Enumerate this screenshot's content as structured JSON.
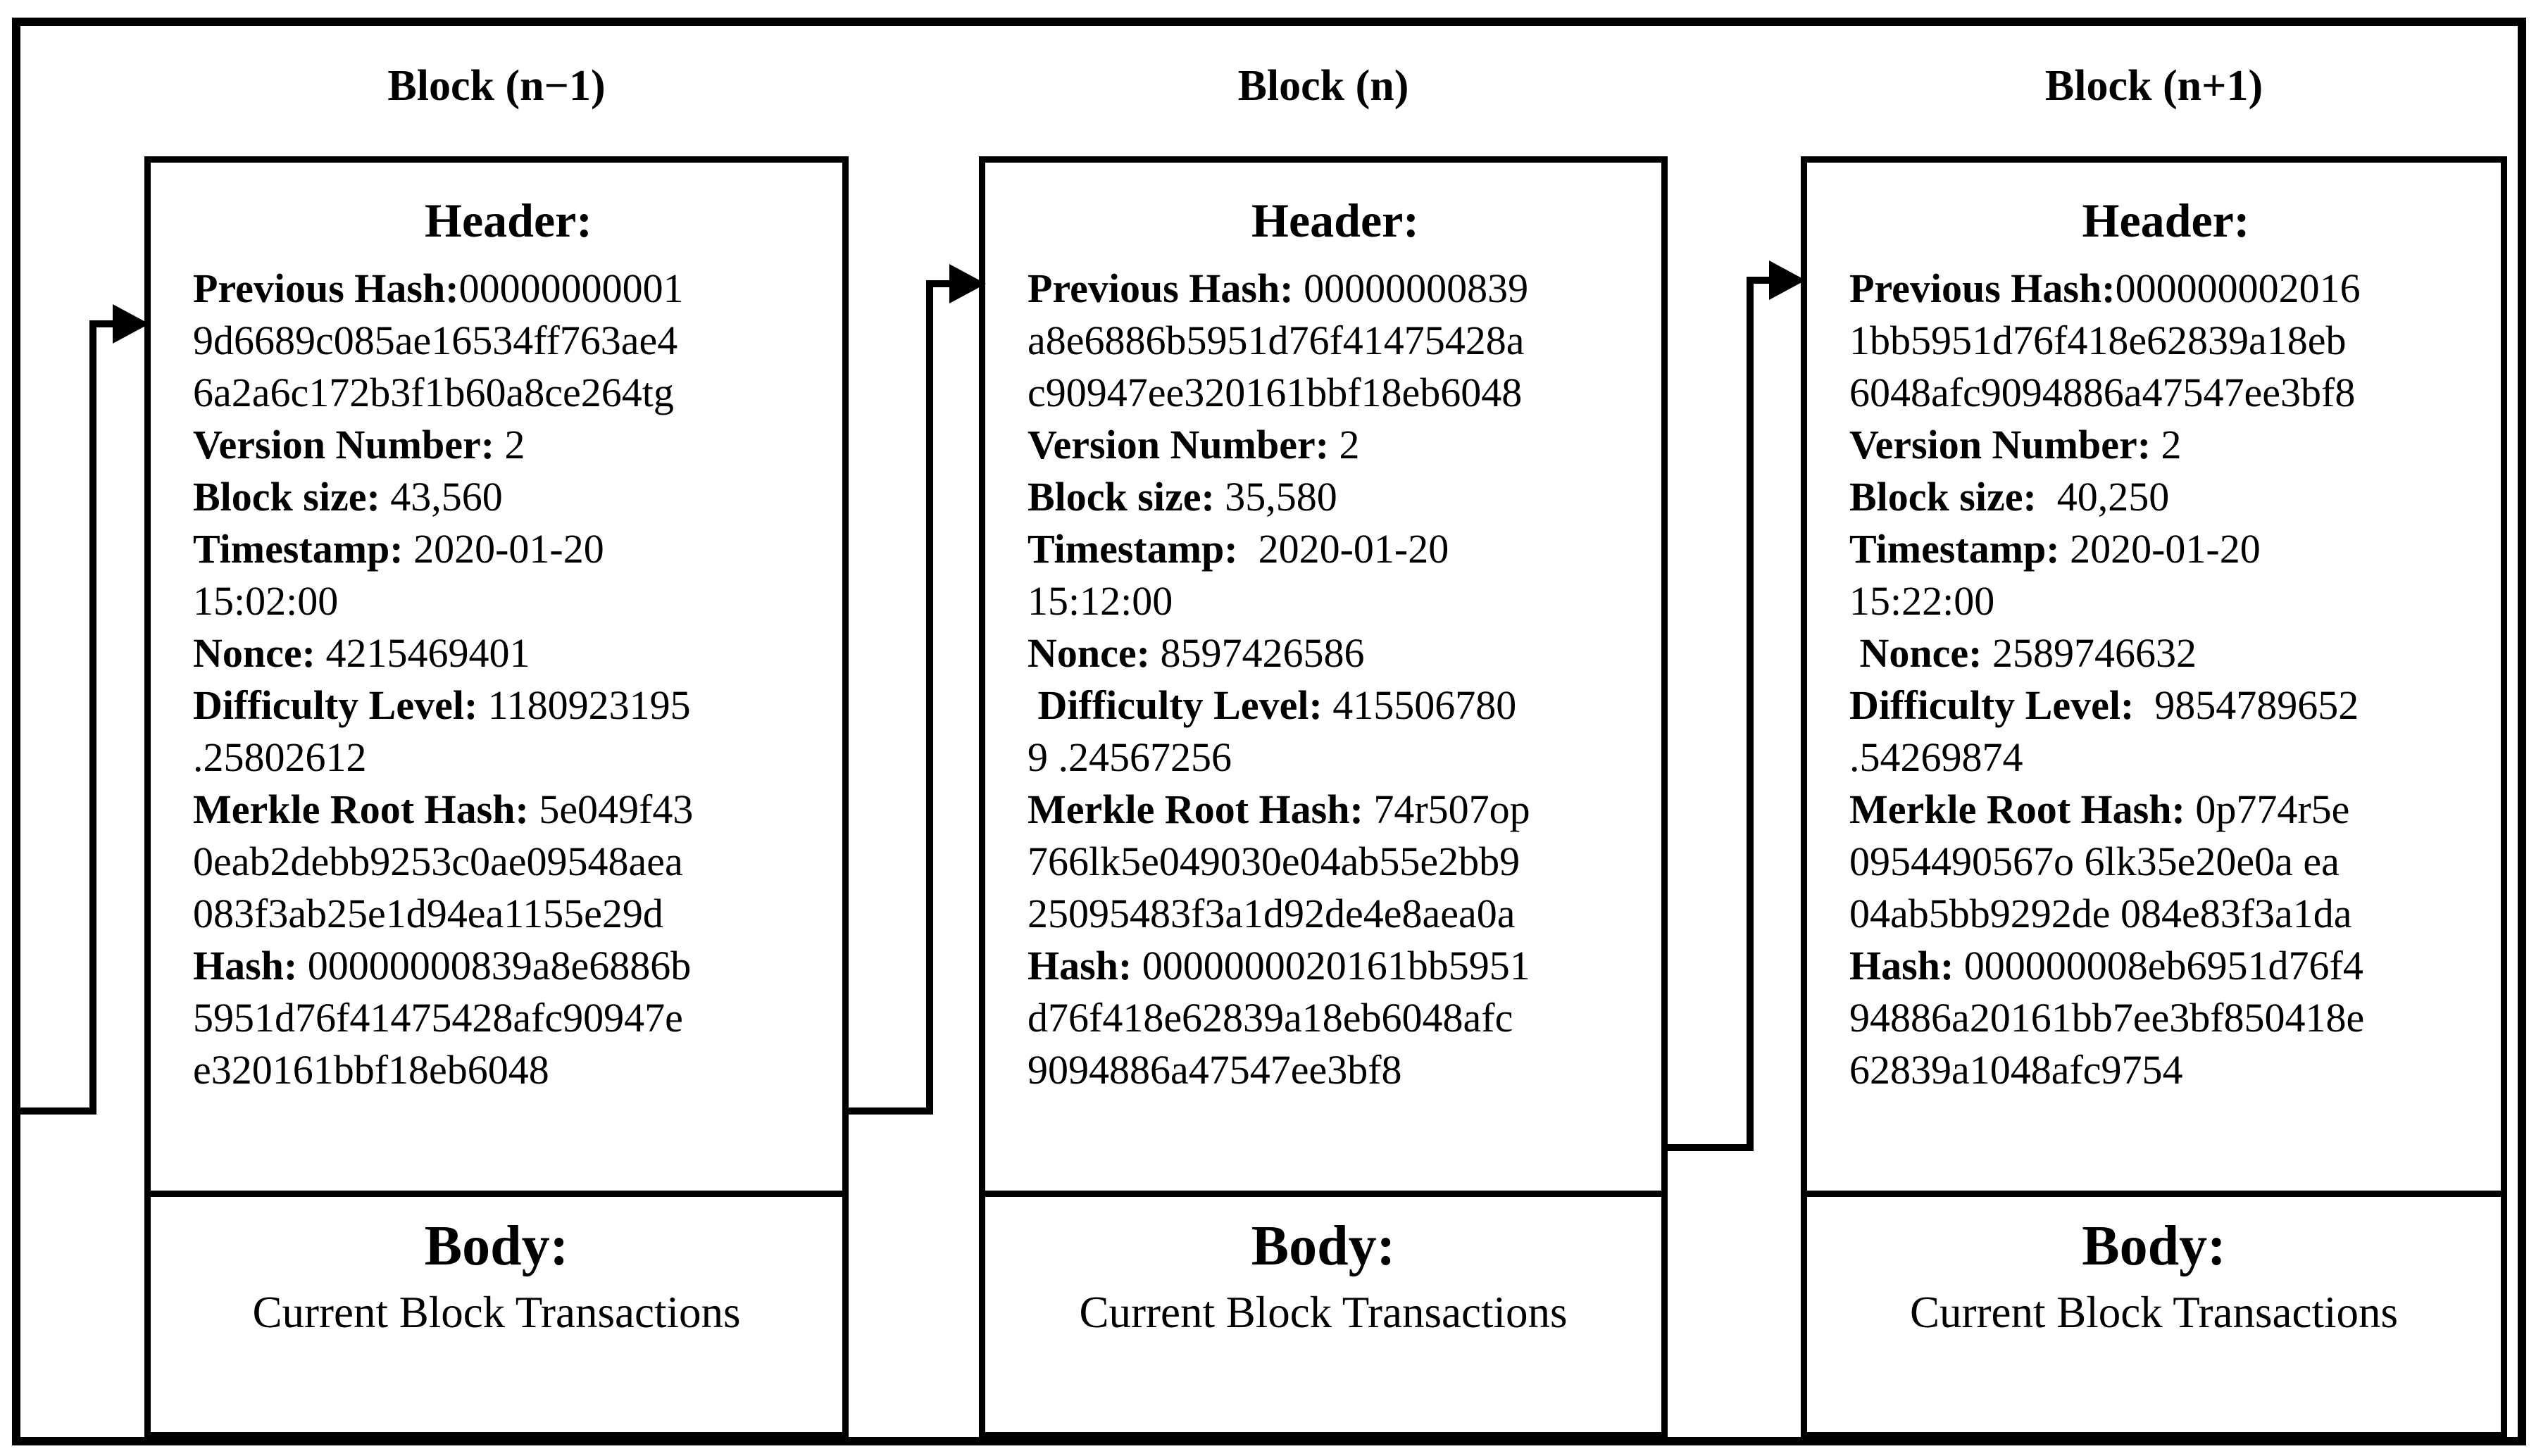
{
  "figure": {
    "colors": {
      "ink": "#000000",
      "paper": "#ffffff"
    },
    "body_separator_note": "each block has a header box and a body box",
    "blocks": [
      {
        "title": "Block (n−1)",
        "header": {
          "title": "Header:",
          "lines": [
            {
              "label": "Previous Hash:",
              "value": "00000000001"
            },
            {
              "label": "",
              "value": "9d6689c085ae16534ff763ae4"
            },
            {
              "label": "",
              "value": "6a2a6c172b3f1b60a8ce264tg"
            },
            {
              "label": "Version Number:",
              "value": " 2"
            },
            {
              "label": "Block size:",
              "value": " 43,560"
            },
            {
              "label": "Timestamp:",
              "value": " 2020-01-20"
            },
            {
              "label": "",
              "value": "15:02:00"
            },
            {
              "label": "Nonce:",
              "value": " 4215469401"
            },
            {
              "label": "Difficulty Level:",
              "value": " 1180923195"
            },
            {
              "label": "",
              "value": ".25802612"
            },
            {
              "label": "Merkle Root Hash:",
              "value": " 5e049f43"
            },
            {
              "label": "",
              "value": "0eab2debb9253c0ae09548aea"
            },
            {
              "label": "",
              "value": "083f3ab25e1d94ea1155e29d"
            },
            {
              "label": "Hash:",
              "value": " 00000000839a8e6886b"
            },
            {
              "label": "",
              "value": "5951d76f41475428afc90947e"
            },
            {
              "label": "",
              "value": "e320161bbf18eb6048"
            }
          ]
        },
        "body": {
          "title": "Body:",
          "text": "Current Block Transactions"
        }
      },
      {
        "title": "Block (n)",
        "header": {
          "title": "Header:",
          "lines": [
            {
              "label": "Previous Hash:",
              "value": " 00000000839"
            },
            {
              "label": "",
              "value": "a8e6886b5951d76f41475428a"
            },
            {
              "label": "",
              "value": "c90947ee320161bbf18eb6048"
            },
            {
              "label": "Version Number:",
              "value": " 2"
            },
            {
              "label": "Block size:",
              "value": " 35,580"
            },
            {
              "label": "Timestamp:",
              "value": "  2020-01-20"
            },
            {
              "label": "",
              "value": "15:12:00"
            },
            {
              "label": "Nonce:",
              "value": " 8597426586"
            },
            {
              "label": " Difficulty Level:",
              "value": " 415506780"
            },
            {
              "label": "",
              "value": "9 .24567256"
            },
            {
              "label": "Merkle Root Hash:",
              "value": " 74r507op"
            },
            {
              "label": "",
              "value": "766lk5e049030e04ab55e2bb9"
            },
            {
              "label": "",
              "value": "25095483f3a1d92de4e8aea0a"
            },
            {
              "label": "Hash:",
              "value": " 0000000020161bb5951"
            },
            {
              "label": "",
              "value": "d76f418e62839a18eb6048afc"
            },
            {
              "label": "",
              "value": "9094886a47547ee3bf8"
            }
          ]
        },
        "body": {
          "title": "Body:",
          "text": "Current Block Transactions"
        }
      },
      {
        "title": "Block (n+1)",
        "header": {
          "title": "Header:",
          "lines": [
            {
              "label": "Previous Hash:",
              "value": "000000002016"
            },
            {
              "label": "",
              "value": "1bb5951d76f418e62839a18eb"
            },
            {
              "label": "",
              "value": "6048afc9094886a47547ee3bf8"
            },
            {
              "label": "Version Number:",
              "value": " 2"
            },
            {
              "label": "Block size:",
              "value": "  40,250"
            },
            {
              "label": "Timestamp:",
              "value": " 2020-01-20"
            },
            {
              "label": "",
              "value": "15:22:00"
            },
            {
              "label": " Nonce:",
              "value": " 2589746632"
            },
            {
              "label": "Difficulty Level:",
              "value": "  9854789652"
            },
            {
              "label": "",
              "value": ".54269874"
            },
            {
              "label": "Merkle Root Hash:",
              "value": " 0p774r5e"
            },
            {
              "label": "",
              "value": "0954490567o 6lk35e20e0a ea"
            },
            {
              "label": "",
              "value": "04ab5bb9292de 084e83f3a1da"
            },
            {
              "label": "Hash:",
              "value": " 000000008eb6951d76f4"
            },
            {
              "label": "",
              "value": "94886a20161bb7ee3bf850418e"
            },
            {
              "label": "",
              "value": "62839a1048afc9754"
            }
          ]
        },
        "body": {
          "title": "Body:",
          "text": "Current Block Transactions"
        }
      }
    ]
  }
}
